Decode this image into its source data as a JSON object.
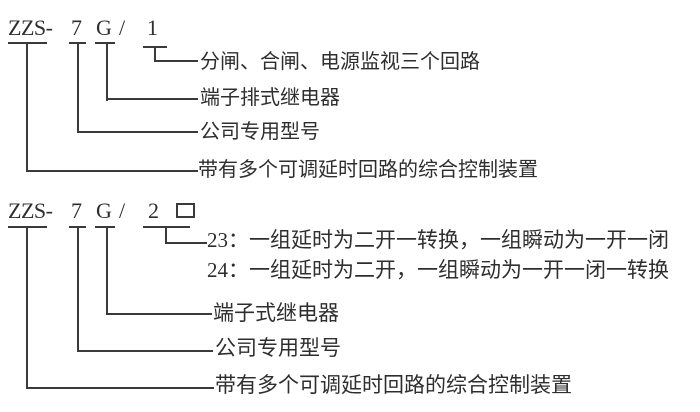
{
  "diagram": {
    "background": "#ffffff",
    "ink_color": "#3a3a3a",
    "blocks": [
      {
        "model": {
          "prefix": "ZZS-",
          "design_number": "7",
          "type_letter": "G",
          "separator": "/",
          "variant_number": "1"
        },
        "labels": {
          "circuits": "分闸、合闸、电源监视三个回路",
          "relay_type": "端子排式继电器",
          "company_model": "公司专用型号",
          "device": "带有多个可调延时回路的综合控制装置"
        }
      },
      {
        "model": {
          "prefix": "ZZS-",
          "design_number": "7",
          "type_letter": "G",
          "separator": "/",
          "variant_number": "2",
          "placeholder_box": "□"
        },
        "variants": [
          {
            "code": "23：",
            "desc": "一组延时为二开一转换，一组瞬动为一开一闭"
          },
          {
            "code": "24：",
            "desc": "一组延时为二开，一组瞬动为一开一闭一转换"
          }
        ],
        "labels": {
          "relay_type": "端子式继电器",
          "company_model": "公司专用型号",
          "device": "带有多个可调延时回路的综合控制装置"
        }
      }
    ]
  }
}
